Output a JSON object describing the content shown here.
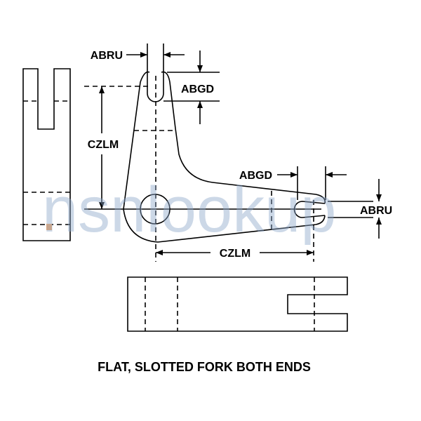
{
  "dimensions": {
    "top_width": "ABRU",
    "top_depth": "ABGD",
    "vertical_length": "CZLM",
    "right_depth": "ABGD",
    "right_width": "ABRU",
    "horizontal_length": "CZLM"
  },
  "caption": "FLAT, SLOTTED FORK BOTH ENDS",
  "watermark": "nsnlookup",
  "colors": {
    "line": "#000000",
    "watermark": "#8fa9cc",
    "marker": "#f4a460"
  }
}
